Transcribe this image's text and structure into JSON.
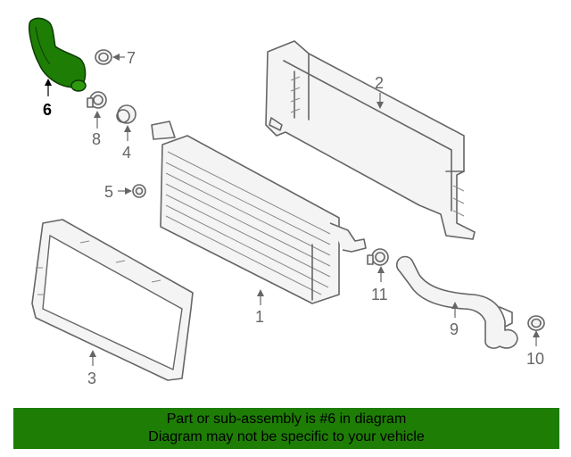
{
  "callouts": {
    "c1": "1",
    "c2": "2",
    "c3": "3",
    "c4": "4",
    "c5": "5",
    "c6": "6",
    "c7": "7",
    "c8": "8",
    "c9": "9",
    "c10": "10",
    "c11": "11"
  },
  "highlight": {
    "part_number": "6",
    "color": "#1e7d05"
  },
  "banner": {
    "line1": "Part or sub-assembly is #6 in diagram",
    "line2": "Diagram may not be specific to your vehicle",
    "background": "#1e7d05"
  }
}
